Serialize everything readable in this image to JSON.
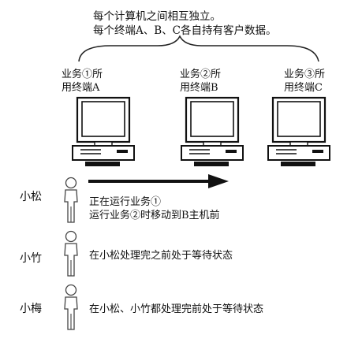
{
  "caption": {
    "line1": "每个计算机之间相互独立。",
    "line2": "每个终端A、B、C各自持有客户数据。"
  },
  "terminals": [
    {
      "line1": "业务①所",
      "line2": "用终端A"
    },
    {
      "line1": "业务②所",
      "line2": "用终端B"
    },
    {
      "line1": "业务③所",
      "line2": "用终端C"
    }
  ],
  "people": [
    {
      "name": "小松",
      "status1": "正在运行业务①",
      "status2": "运行业务②时移动到B主机前"
    },
    {
      "name": "小竹",
      "status1": "在小松处理完之前处于等待状态"
    },
    {
      "name": "小梅",
      "status1": "在小松、小竹都处理完前处于等待状态"
    }
  ]
}
